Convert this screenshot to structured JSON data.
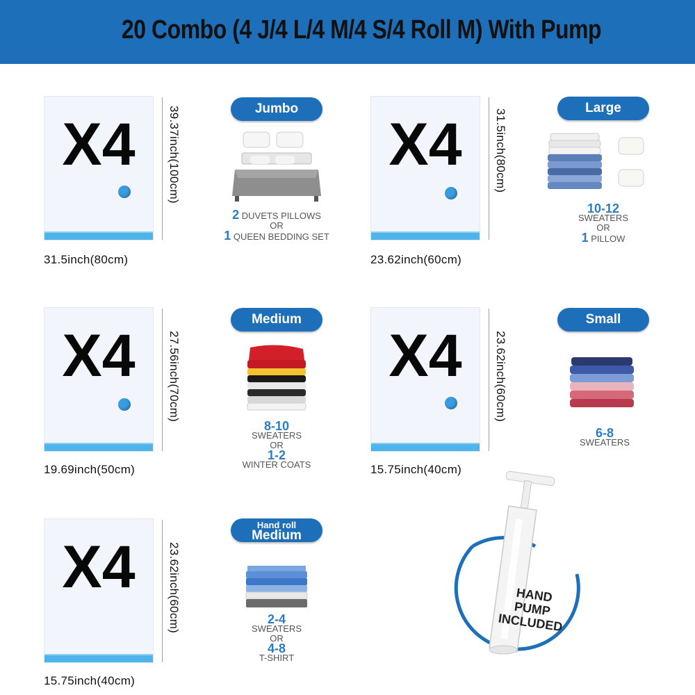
{
  "header": {
    "title": "20 Combo (4 J/4 L/4 M/4 S/4 Roll M) With Pump"
  },
  "bags": [
    {
      "qty": "X4",
      "width": "31.5inch(80cm)",
      "height": "39.37inch(100cm)"
    },
    {
      "qty": "X4",
      "width": "23.62inch(60cm)",
      "height": "31.5inch(80cm)"
    },
    {
      "qty": "X4",
      "width": "19.69inch(50cm)",
      "height": "27.56inch(70cm)"
    },
    {
      "qty": "X4",
      "width": "15.75inch(40cm)",
      "height": "23.62inch(60cm)"
    },
    {
      "qty": "X4",
      "width": "15.75inch(40cm)",
      "height": "23.62inch(60cm)"
    }
  ],
  "sizes": {
    "jumbo": {
      "label": "Jumbo",
      "n1": "2",
      "t1": "DUVETS PILLOWS",
      "or": "OR",
      "n2": "1",
      "t2": "QUEEN BEDDING SET"
    },
    "large": {
      "label": "Large",
      "n1": "10-12",
      "t1": "SWEATERS",
      "or": "OR",
      "n2": "1",
      "t2": "PILLOW"
    },
    "medium": {
      "label": "Medium",
      "n1": "8-10",
      "t1": "SWEATERS",
      "or": "OR",
      "n2": "1-2",
      "t2": "WINTER COATS"
    },
    "small": {
      "label": "Small",
      "n1": "6-8",
      "t1": "SWEATERS"
    },
    "roll": {
      "label_small": "Hand roll",
      "label": "Medium",
      "n1": "2-4",
      "t1": "SWEATERS",
      "or": "OR",
      "n2": "4-8",
      "t2": "T-SHIRT"
    }
  },
  "pump": {
    "l1": "HAND",
    "l2": "PUMP",
    "l3": "INCLUDED"
  },
  "colors": {
    "banner": "#1c6fb8",
    "pill": "#1c6fb8",
    "accent_number": "#2a7cc4",
    "zip": "#4fb4ea"
  }
}
